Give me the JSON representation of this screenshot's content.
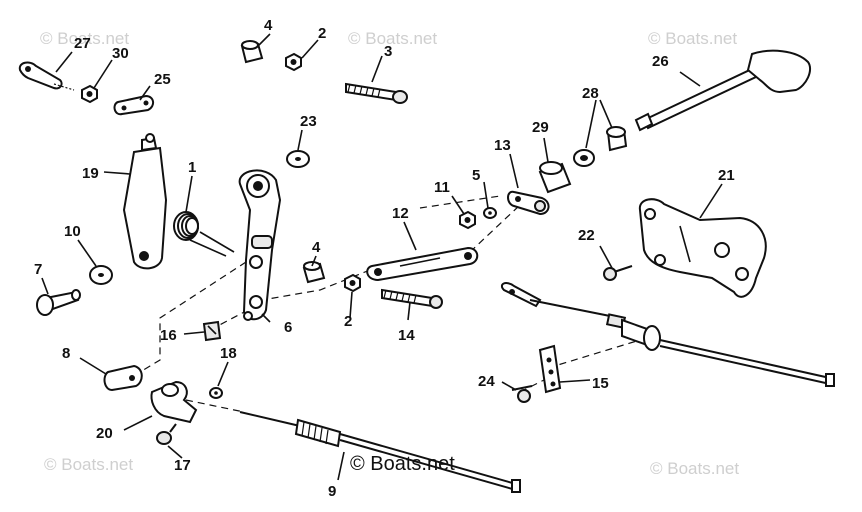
{
  "watermark": "© Boats.net",
  "credit": "© Boats.net",
  "colors": {
    "ink": "#111111",
    "watermark": "#cfcfcf",
    "background": "#ffffff"
  },
  "callouts": [
    "1",
    "2",
    "2",
    "3",
    "4",
    "4",
    "5",
    "6",
    "7",
    "8",
    "9",
    "10",
    "11",
    "12",
    "13",
    "14",
    "15",
    "16",
    "17",
    "18",
    "19",
    "20",
    "21",
    "22",
    "23",
    "24",
    "25",
    "26",
    "27",
    "28",
    "29",
    "30"
  ]
}
